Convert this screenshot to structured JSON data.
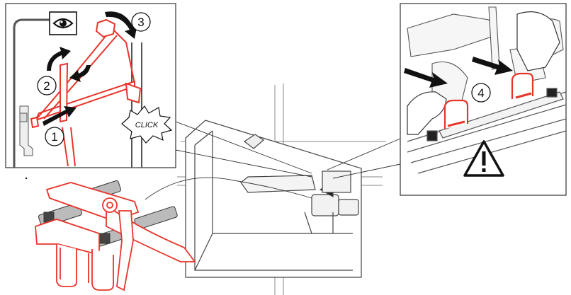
{
  "figure": {
    "steps": [
      "1",
      "2",
      "3",
      "4"
    ],
    "click_text": "CLICK",
    "colors": {
      "part": "#e8352a",
      "line": "#333333",
      "gray": "#888888",
      "dark": "#555555"
    },
    "icons": [
      "eye-icon",
      "warning-icon"
    ]
  }
}
